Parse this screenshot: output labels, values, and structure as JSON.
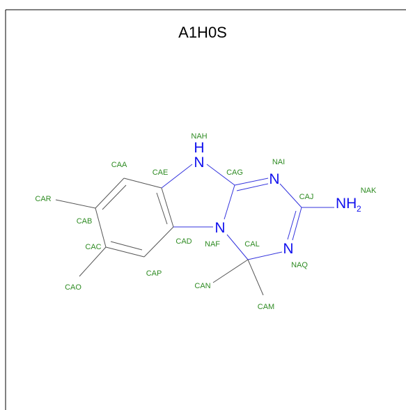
{
  "title": "A1H0S",
  "heteroatoms": {
    "nh": "H",
    "nh_n": "N",
    "n_i": "N",
    "n_f": "N",
    "n_q": "N",
    "nh2": "NH",
    "nh2_sub": "2"
  },
  "labels": {
    "NAH": "NAH",
    "CAA": "CAA",
    "CAE": "CAE",
    "CAG": "CAG",
    "NAI": "NAI",
    "CAJ": "CAJ",
    "NAK": "NAK",
    "CAR": "CAR",
    "CAB": "CAB",
    "CAC": "CAC",
    "CAD": "CAD",
    "NAF": "NAF",
    "CAL": "CAL",
    "NAQ": "NAQ",
    "CAP": "CAP",
    "CAO": "CAO",
    "CAN": "CAN",
    "CAM": "CAM"
  },
  "colors": {
    "atom_label": "#2e8b22",
    "nitrogen": "#1010ee",
    "bond_carbon": "#555555",
    "bond_nitrogen": "#3333dd"
  }
}
